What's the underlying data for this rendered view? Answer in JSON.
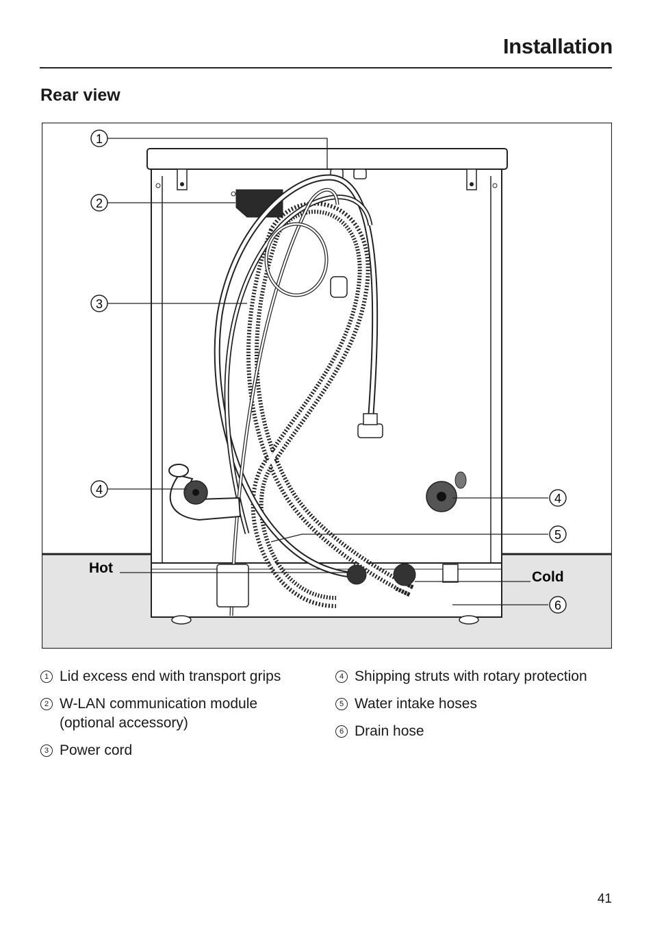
{
  "header": {
    "title": "Installation"
  },
  "section": {
    "heading": "Rear view"
  },
  "figure": {
    "callouts": [
      "1",
      "2",
      "3",
      "4",
      "4",
      "5",
      "6"
    ],
    "labels": {
      "hot": "Hot",
      "cold": "Cold"
    }
  },
  "legend": {
    "left": [
      {
        "num": "1",
        "text": "Lid excess end with transport grips"
      },
      {
        "num": "2",
        "text": "W-LAN communication module (optional accessory)"
      },
      {
        "num": "3",
        "text": "Power cord"
      }
    ],
    "right": [
      {
        "num": "4",
        "text": "Shipping struts with rotary protection"
      },
      {
        "num": "5",
        "text": "Water intake hoses"
      },
      {
        "num": "6",
        "text": "Drain hose"
      }
    ]
  },
  "footer": {
    "page_number": "41"
  }
}
